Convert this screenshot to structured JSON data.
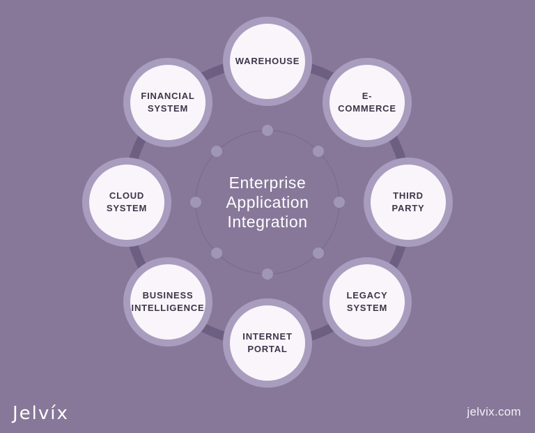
{
  "colors": {
    "background": "#877899",
    "connector_ring": "#6d5f82",
    "node_halo": "#a89dbe",
    "node_fill": "#faf5fa",
    "node_label": "#3b3549",
    "center_text": "#ffffff",
    "orbit_dot": "#a096b8",
    "orbit_line": "#75688a",
    "footer_text": "#f4f0f6"
  },
  "diagram": {
    "center_title_lines": [
      "Enterprise",
      "Application",
      "Integration"
    ],
    "nodes": [
      {
        "id": "warehouse",
        "label": "WAREHOUSE"
      },
      {
        "id": "e-commerce",
        "label": "E-COMMERCE"
      },
      {
        "id": "third-party",
        "label": "THIRD PARTY"
      },
      {
        "id": "legacy-system",
        "label": "LEGACY SYSTEM"
      },
      {
        "id": "internet-portal",
        "label": "INTERNET PORTAL"
      },
      {
        "id": "business-intelligence",
        "label": "BUSINESS INTELLIGENCE"
      },
      {
        "id": "cloud-system",
        "label": "CLOUD SYSTEM"
      },
      {
        "id": "financial-system",
        "label": "FINANCIAL SYSTEM"
      }
    ]
  },
  "footer": {
    "logo_text": "Jelvíx",
    "website": "jelvix.com"
  }
}
